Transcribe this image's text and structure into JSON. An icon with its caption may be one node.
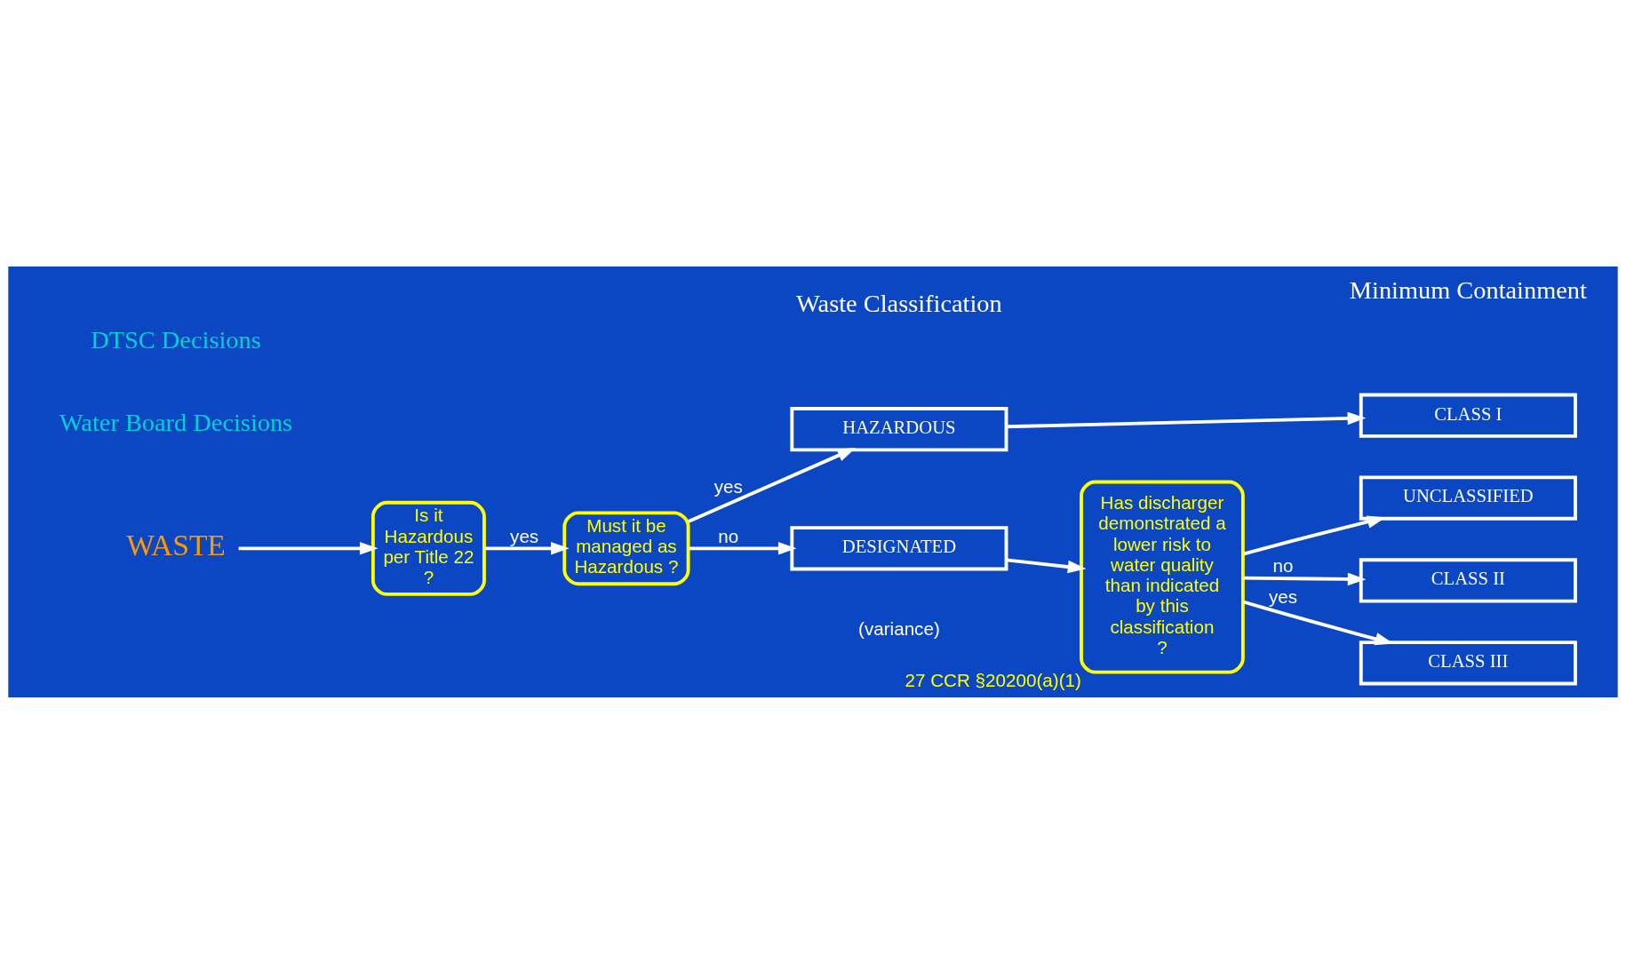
{
  "diagram": {
    "nodes": [
      {
        "text": [
          "WASTE"
        ]
      },
      {
        "text": [
          "Is it Hazardous per Title 22 ?"
        ]
      },
      {
        "text": [
          "Must it be managed as Hazardous ?"
        ]
      },
      {
        "text": [
          "HAZARDOUS"
        ]
      },
      {
        "text": [
          "DESIGNATED"
        ]
      },
      {
        "text": [
          "Has discharger demonstrated a lower risk to water quality than indicated by this classification ?"
        ],
        "beside": [
          "27 CCR §20200(a)(1)"
        ]
      },
      {
        "text": [
          "CLASS I"
        ]
      },
      {
        "text": [
          "CLASS II"
        ]
      },
      {
        "text": [
          "CLASS III"
        ]
      },
      {
        "text": [
          "UNCLASSIFIED"
        ]
      }
    ],
    "edges": [
      {
        "from": 0,
        "to": 1,
        "arrow": "to"
      },
      {
        "from": 1,
        "to": 2,
        "arrow": "to",
        "label": "yes"
      },
      {
        "from": 2,
        "to": 3,
        "arrow": "to",
        "label": "yes"
      },
      {
        "from": 2,
        "to": 4,
        "arrow": "to",
        "label": "no"
      },
      {
        "from": 3,
        "to": 6,
        "arrow": "to"
      },
      {
        "from": 4,
        "to": 5,
        "arrow": "to"
      },
      {
        "from": 5,
        "to": 7,
        "arrow": "to",
        "label": "no"
      },
      {
        "from": 5,
        "to": 8,
        "arrow": "to",
        "label": "yes"
      },
      {
        "from": 5,
        "to": 9,
        "arrow": "to"
      }
    ],
    "labels": [
      "DTSC Decisions",
      "Waste Classification",
      "Minimum Containment",
      "(variance)",
      "Water Board Decisions"
    ]
  }
}
